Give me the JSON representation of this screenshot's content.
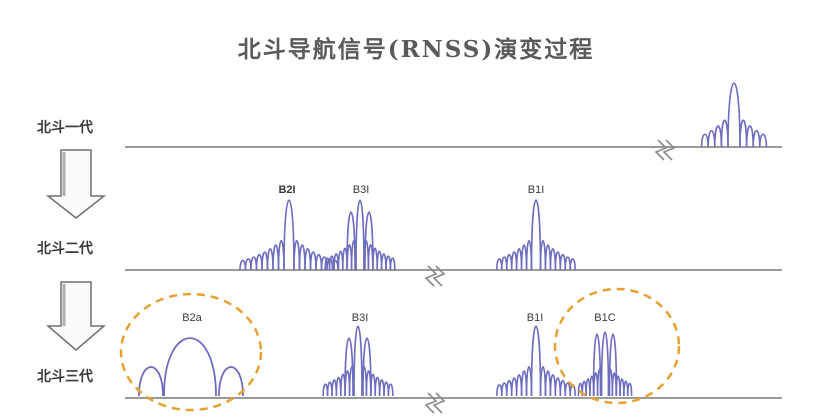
{
  "title": "北斗导航信号(RNSS)演变过程",
  "generations": [
    "北斗一代",
    "北斗二代",
    "北斗三代"
  ],
  "signals": {
    "gen2": [
      "B2I",
      "B3I",
      "B1I"
    ],
    "gen3": [
      "B2a",
      "B3I",
      "B1I",
      "B1C"
    ]
  },
  "colors": {
    "spectrum": "#6e6ec0",
    "axis": "#9a9a9a",
    "highlight": "#e8a030",
    "arrow": "#707070",
    "text": "#3a3a3a"
  }
}
